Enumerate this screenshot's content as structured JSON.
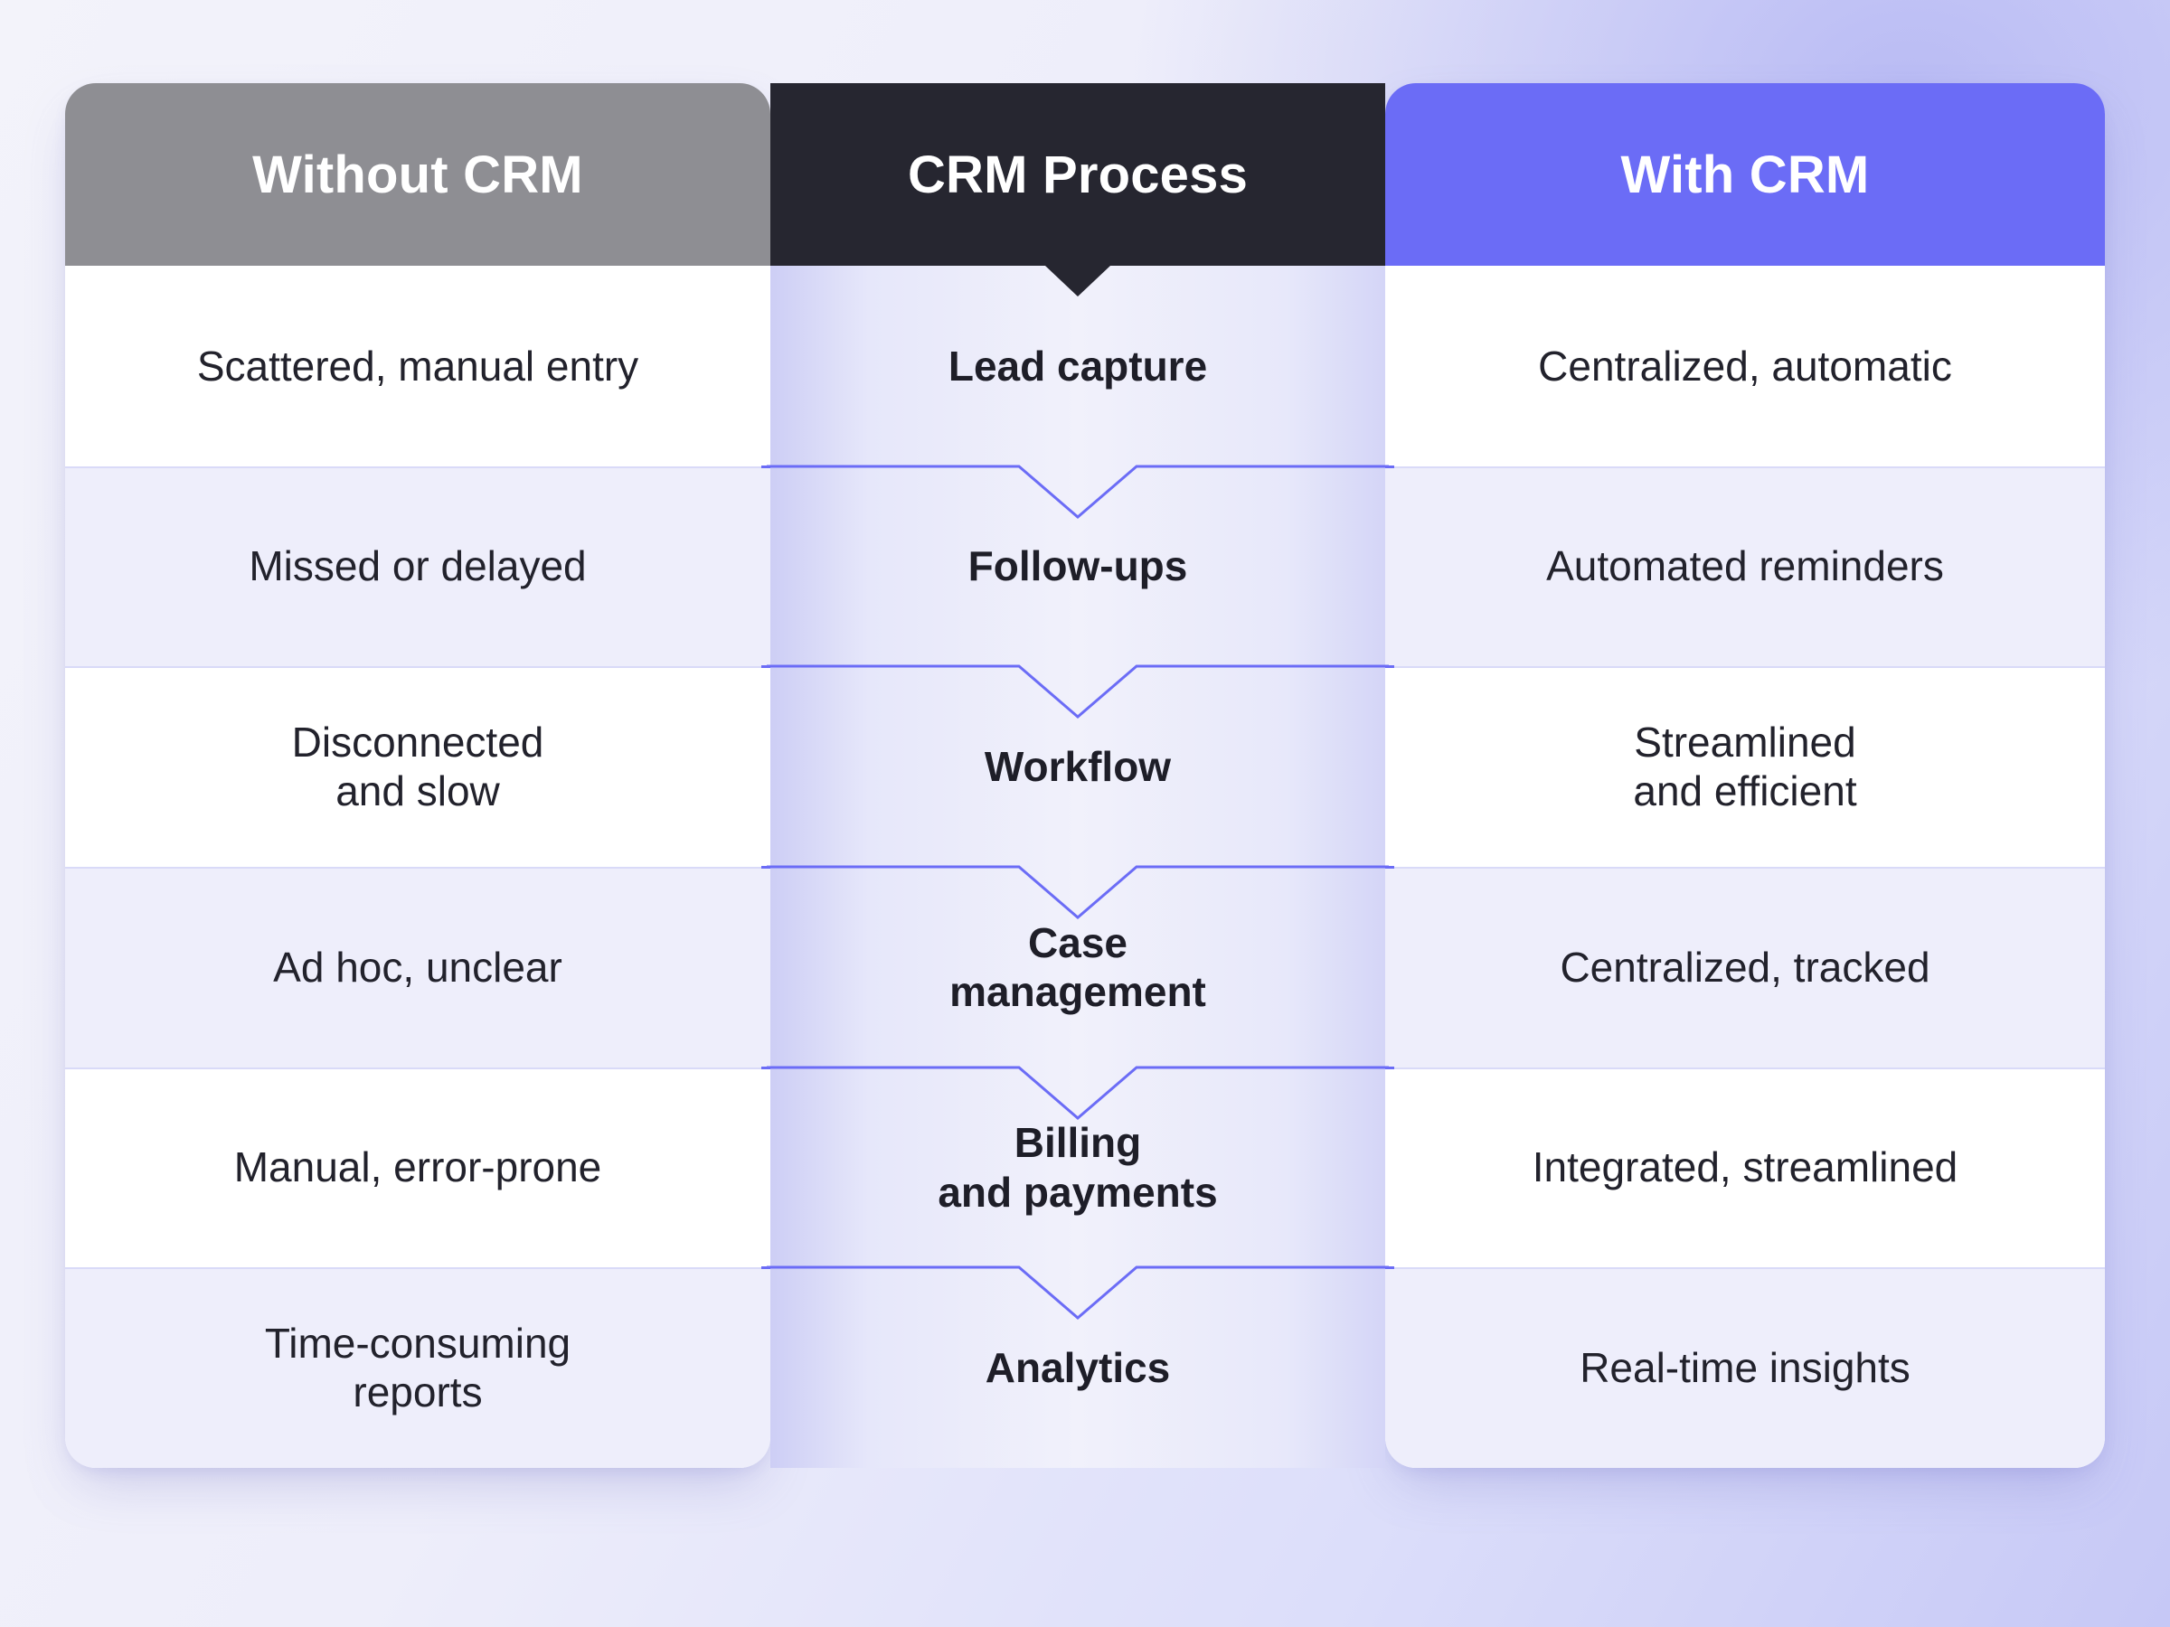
{
  "theme": {
    "header_left_color": "#8e8e93",
    "header_mid_color": "#262630",
    "header_right_color": "#6b6cf6",
    "connector_color": "#6b6cf6",
    "row_alt_color": "#eeeefb",
    "text_color": "#22222c",
    "page_bg_light": "#f3f3fa",
    "page_bg_accent": "#c6c8f6"
  },
  "table": {
    "columns": [
      {
        "id": "without-crm",
        "header": "Without CRM"
      },
      {
        "id": "crm-process",
        "header": "CRM Process"
      },
      {
        "id": "with-crm",
        "header": "With CRM"
      }
    ],
    "rows": [
      {
        "step": "Lead capture",
        "without": "Scattered, manual entry",
        "with": "Centralized, automatic"
      },
      {
        "step": "Follow-ups",
        "without": "Missed or delayed",
        "with": "Automated reminders"
      },
      {
        "step": "Workflow",
        "without": "Disconnected\nand slow",
        "with": "Streamlined\nand efficient"
      },
      {
        "step": "Case\nmanagement",
        "without": "Ad hoc, unclear",
        "with": "Centralized, tracked"
      },
      {
        "step": "Billing\nand payments",
        "without": "Manual, error-prone",
        "with": "Integrated, streamlined"
      },
      {
        "step": "Analytics",
        "without": "Time-consuming\nreports",
        "with": "Real-time insights"
      }
    ]
  }
}
